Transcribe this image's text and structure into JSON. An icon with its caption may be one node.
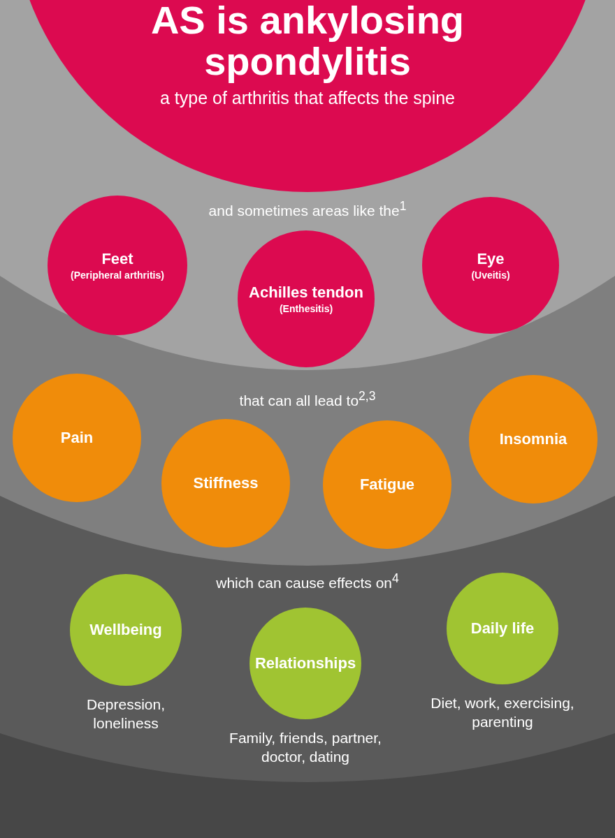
{
  "diagram": {
    "nodes": [
      {
        "text": [
          "AS is ankylosing spondylitis",
          "a type of arthritis that affects the spine"
        ]
      },
      {
        "text": [
          "Feet",
          "(Peripheral arthritis)"
        ]
      },
      {
        "text": [
          "Achilles tendon",
          "(Enthesitis)"
        ]
      },
      {
        "text": [
          "Eye",
          "(Uveitis)"
        ]
      },
      {
        "text": [
          "Pain"
        ]
      },
      {
        "text": [
          "Stiffness"
        ]
      },
      {
        "text": [
          "Fatigue"
        ]
      },
      {
        "text": [
          "Insomnia"
        ]
      },
      {
        "text": [
          "Wellbeing"
        ],
        "beside": [
          "Depression, loneliness"
        ]
      },
      {
        "text": [
          "Relationships"
        ],
        "beside": [
          "Family, friends, partner, doctor, dating"
        ]
      },
      {
        "text": [
          "Daily life"
        ],
        "beside": [
          "Diet, work, exercising, parenting"
        ]
      }
    ],
    "labels": [
      "and sometimes areas like the$^{1}$",
      "that can all lead to$^{2,3}$",
      "which can cause effects on$^{4}$"
    ]
  }
}
